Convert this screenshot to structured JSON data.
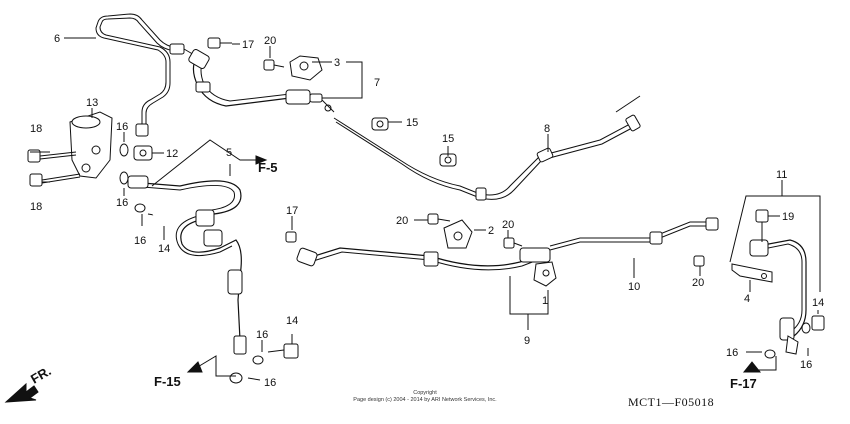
{
  "diagram": {
    "drawing_code": "MCT1—F05018",
    "copyright_line1": "Copyright",
    "copyright_line2": "Page design (c) 2004 - 2014 by ARI Network Services, Inc.",
    "direction_label": "FR.",
    "refs": {
      "f5": "F-5",
      "f15": "F-15",
      "f17": "F-17"
    },
    "callouts": {
      "c1": "1",
      "c2": "2",
      "c3": "3",
      "c4": "4",
      "c5": "5",
      "c6": "6",
      "c7": "7",
      "c8": "8",
      "c9": "9",
      "c10": "10",
      "c11": "11",
      "c12": "12",
      "c13": "13",
      "c14a": "14",
      "c14b": "14",
      "c14c": "14",
      "c15a": "15",
      "c15b": "15",
      "c16a": "16",
      "c16b": "16",
      "c16c": "16",
      "c16d": "16",
      "c16e": "16",
      "c16f": "16",
      "c16g": "16",
      "c17a": "17",
      "c17b": "17",
      "c18a": "18",
      "c18b": "18",
      "c19": "19",
      "c20a": "20",
      "c20b": "20",
      "c20c": "20",
      "c20d": "20"
    }
  }
}
